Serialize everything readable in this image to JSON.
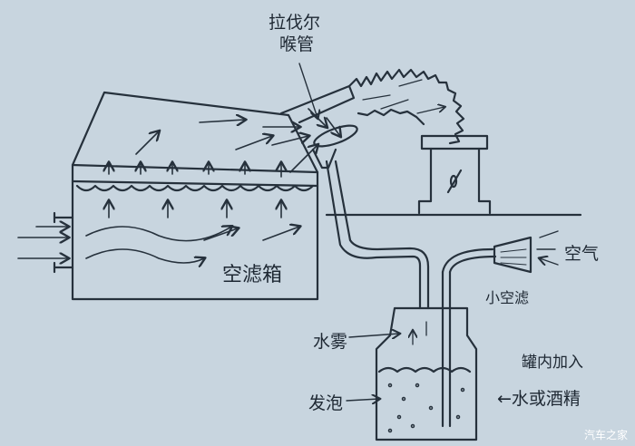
{
  "labels": {
    "laval_line1": "拉伐尔",
    "laval_line2": "喉管",
    "air_box": "空滤箱",
    "air": "空气",
    "small_filter": "小空滤",
    "water_mist": "水雾",
    "foam": "发泡",
    "add_note_line1": "罐内加入",
    "add_note_line2": "←水或酒精"
  },
  "watermark": "汽车之家",
  "colors": {
    "background": "#c8d5df",
    "ink": "#26313c"
  }
}
